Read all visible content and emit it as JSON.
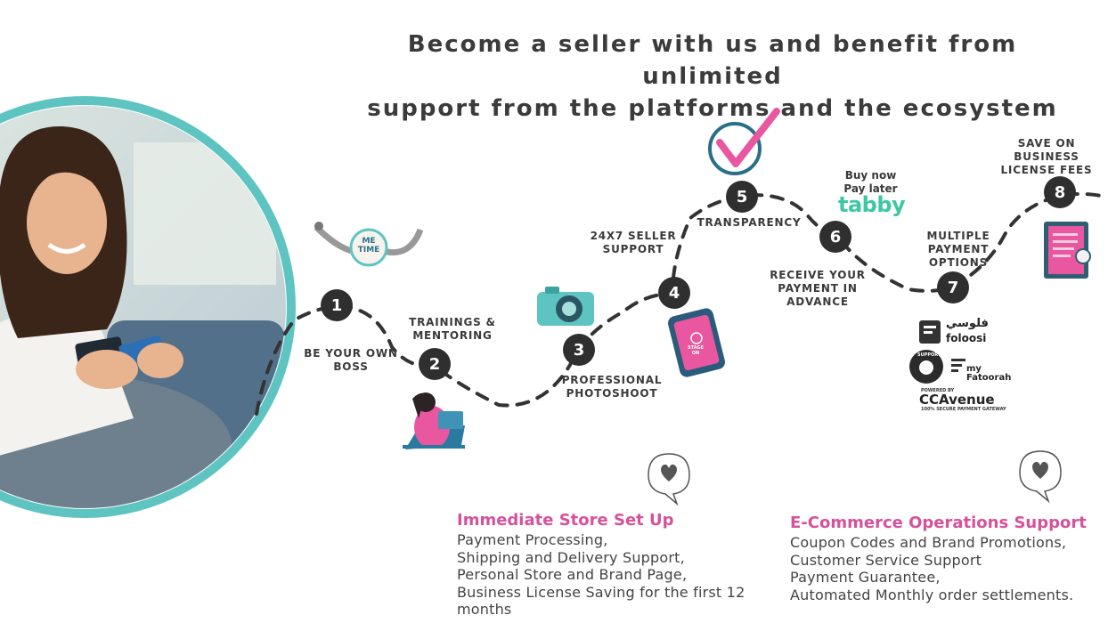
{
  "headline": {
    "line1": "Become a seller with us and benefit from unlimited",
    "line2": "support from the platforms and the ecosystem"
  },
  "steps": [
    {
      "number": "1",
      "label_lines": [
        "BE YOUR OWN",
        "BOSS"
      ]
    },
    {
      "number": "2",
      "label_lines": [
        "TRAININGS &",
        "MENTORING"
      ]
    },
    {
      "number": "3",
      "label_lines": [
        "PROFESSIONAL",
        "PHOTOSHOOT"
      ]
    },
    {
      "number": "4",
      "label_lines": [
        "24X7 SELLER",
        "SUPPORT"
      ]
    },
    {
      "number": "5",
      "label_lines": [
        "TRANSPARENCY"
      ]
    },
    {
      "number": "6",
      "label_lines": [
        "RECEIVE YOUR",
        "PAYMENT IN",
        "ADVANCE"
      ]
    },
    {
      "number": "7",
      "label_lines": [
        "MULTIPLE",
        "PAYMENT",
        "OPTIONS"
      ]
    },
    {
      "number": "8",
      "label_lines": [
        "SAVE ON",
        "BUSINESS",
        "LICENSE FEES"
      ]
    }
  ],
  "me_time": {
    "line1": "ME",
    "line2": "TIME"
  },
  "tabby": {
    "line1": "Buy now",
    "line2": "Pay later",
    "logo": "tabby"
  },
  "phone_text": {
    "line1": "STAGE",
    "line2": "ON"
  },
  "partners": {
    "foloosi_arabic": "فلوسي",
    "foloosi": "foloosi",
    "support_badge": "SUPPORT",
    "myfatoorah_line1": "my",
    "myfatoorah_line2": "Fatoorah",
    "ccavenue_powered": "POWERED BY",
    "ccavenue": "CCAvenue",
    "ccavenue_tagline": "100% SECURE PAYMENT GATEWAY"
  },
  "features": [
    {
      "title": "Immediate Store Set Up",
      "lines": [
        "Payment Processing,",
        "Shipping and Delivery Support,",
        "Personal Store and Brand Page,",
        "Business License Saving for the first 12",
        "months"
      ]
    },
    {
      "title": "E-Commerce Operations Support",
      "lines": [
        "Coupon Codes and Brand Promotions,",
        "Customer Service Support",
        "Payment Guarantee,",
        "Automated Monthly order settlements."
      ]
    }
  ],
  "colors": {
    "teal_ring": "#5ec4c1",
    "pink": "#e8579f",
    "feature_title": "#d6519b",
    "dark": "#2f2f2f",
    "tabby_green": "#3ec7a5"
  }
}
